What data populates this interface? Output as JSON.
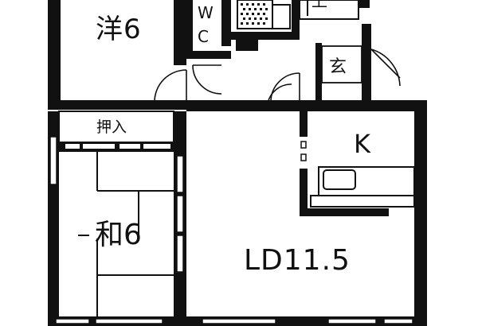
{
  "rooms": {
    "western": "洋6",
    "wc_top": "W",
    "wc_bottom": "C",
    "top_right": "上",
    "entrance": "玄",
    "closet": "押入",
    "kitchen": "K",
    "japanese": "和6",
    "living_dining": "LD11.5"
  },
  "colors": {
    "wall": "#111111",
    "window": "#ffffff",
    "background": "#ffffff"
  }
}
